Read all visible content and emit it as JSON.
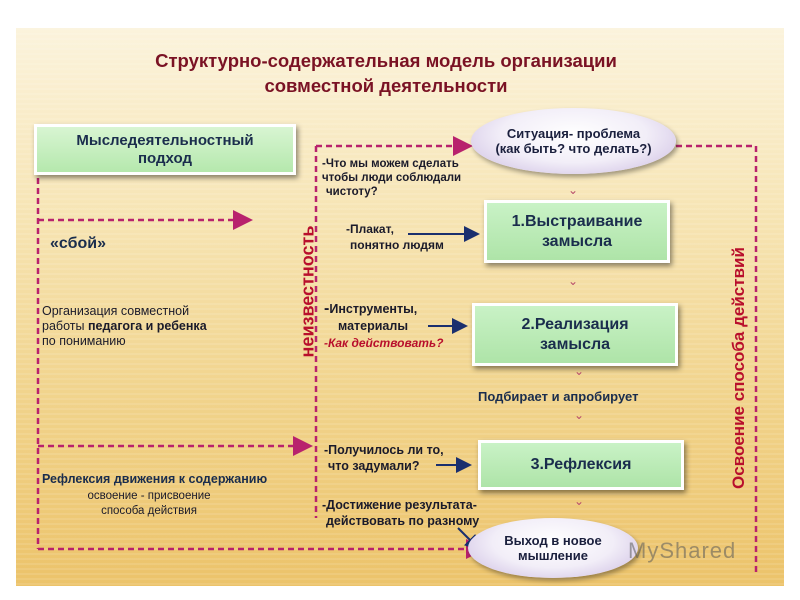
{
  "title": {
    "line1": "Структурно-содержательная модель организации",
    "line2": "совместной деятельности"
  },
  "left": {
    "approach_box": {
      "line1": "Мыследеятельностный",
      "line2": "подход"
    },
    "sboi": "«сбой»",
    "organization": {
      "line1": "Организация совместной",
      "line2_normal": "работы ",
      "line2_bold": "педагога и ребенка",
      "line3": "по пониманию"
    },
    "reflection_heading": "Рефлексия движения к содержанию",
    "reflection_sub": {
      "line1": "освоение   -  присвоение",
      "line2": "способа действия"
    }
  },
  "vertical_left": "неизвестность",
  "vertical_right": "Освоение способа действий",
  "middle": {
    "q1": {
      "line1": "-Что мы можем сделать",
      "line2": "чтобы люди соблюдали",
      "line3": "чистоту?"
    },
    "q2": {
      "line1": "-Плакат,",
      "line2": "понятно людям"
    },
    "q3": {
      "line1_dash": "-",
      "line1": "Инструменты,",
      "line2": "материалы",
      "line3": "-Как действовать?"
    },
    "q4": "Подбирает и апробирует",
    "q5": {
      "line1": "-Получилось ли то,",
      "line2": "что задумали?"
    },
    "q6": {
      "line1": "-Достижение результата-",
      "line2": "действовать по разному"
    }
  },
  "right": {
    "situation": {
      "line1": "Ситуация- проблема",
      "line2": "(как быть? что делать?)"
    },
    "step1": {
      "line1": "1.Выстраивание",
      "line2": "замысла"
    },
    "step2": {
      "line1": "2.Реализация",
      "line2": "замысла"
    },
    "step3": "3.Рефлексия",
    "exit": {
      "line1": "Выход в новое",
      "line2": "мышление"
    }
  },
  "watermark": "MyShared",
  "colors": {
    "title": "#7a1224",
    "dashed_line": "#b8226d",
    "arrow": "#1a2f6e",
    "box_fill": "#b8eab2",
    "vertical_text": "#b80f2c"
  }
}
